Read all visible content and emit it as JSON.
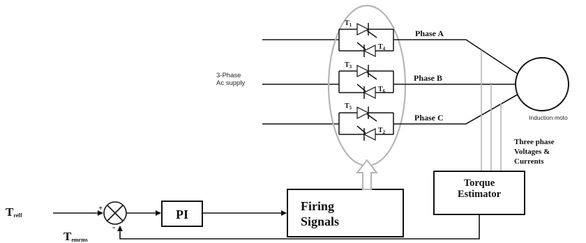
{
  "supply_label": [
    "3-Phase",
    "Ac supply"
  ],
  "thyristors": [
    "T",
    "1",
    "T",
    "4",
    "T",
    "3",
    "T",
    "6",
    "T",
    "5",
    "T",
    "2"
  ],
  "phase_labels": [
    "Phase A",
    "Phase B",
    "Phase C"
  ],
  "motor_label": "Induction moto",
  "measurement_label": [
    "Three phase",
    "Voltages &",
    "Currents"
  ],
  "torque_block": [
    "Torque",
    "Estimator"
  ],
  "firing_block": [
    "Firing",
    "Signals"
  ],
  "pi_block": "PI",
  "reference_input": {
    "main": "T",
    "sub": "reff"
  },
  "feedback_label": {
    "main": "T",
    "sub": "emrms"
  },
  "summing_signs": {
    "plus": "+",
    "minus": "-"
  }
}
